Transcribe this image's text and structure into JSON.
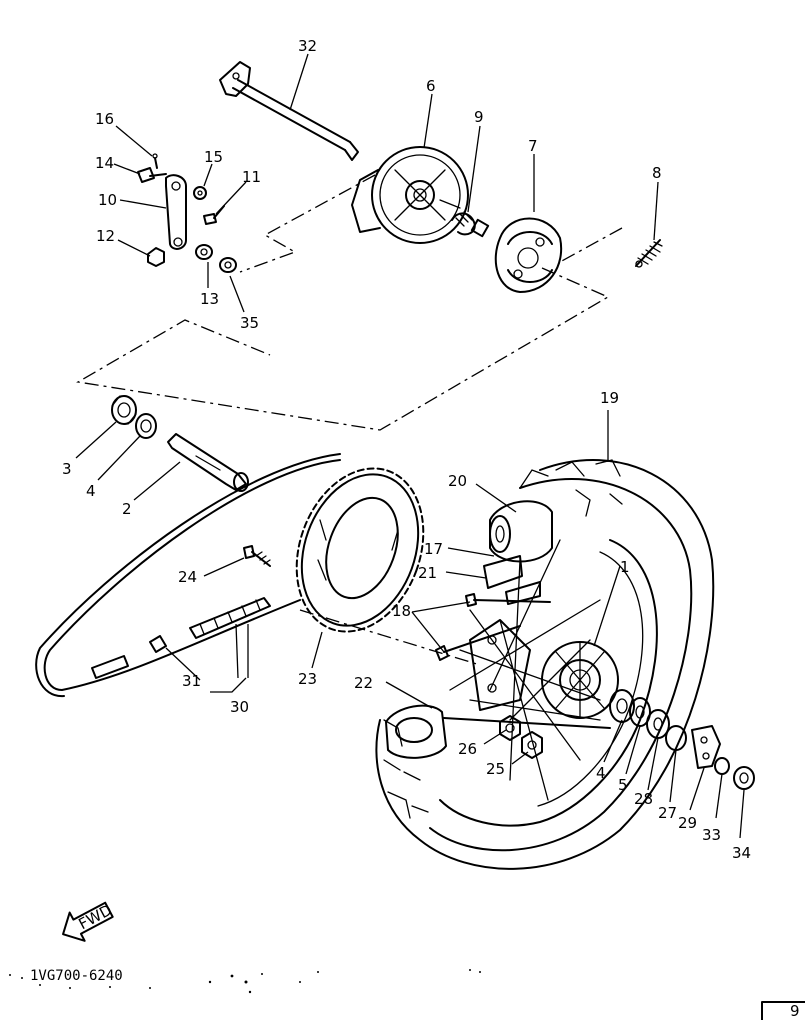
{
  "diagram": {
    "callouts": [
      "32",
      "6",
      "9",
      "7",
      "8",
      "16",
      "15",
      "14",
      "11",
      "10",
      "12",
      "13",
      "35",
      "3",
      "4",
      "2",
      "19",
      "20",
      "17",
      "21",
      "24",
      "18",
      "1",
      "23",
      "31",
      "30",
      "22",
      "26",
      "25",
      "4",
      "5",
      "28",
      "27",
      "29",
      "33",
      "34"
    ],
    "drawing_code": "1VG700-6240",
    "direction_label": "FWD",
    "corner_mark": "9"
  }
}
